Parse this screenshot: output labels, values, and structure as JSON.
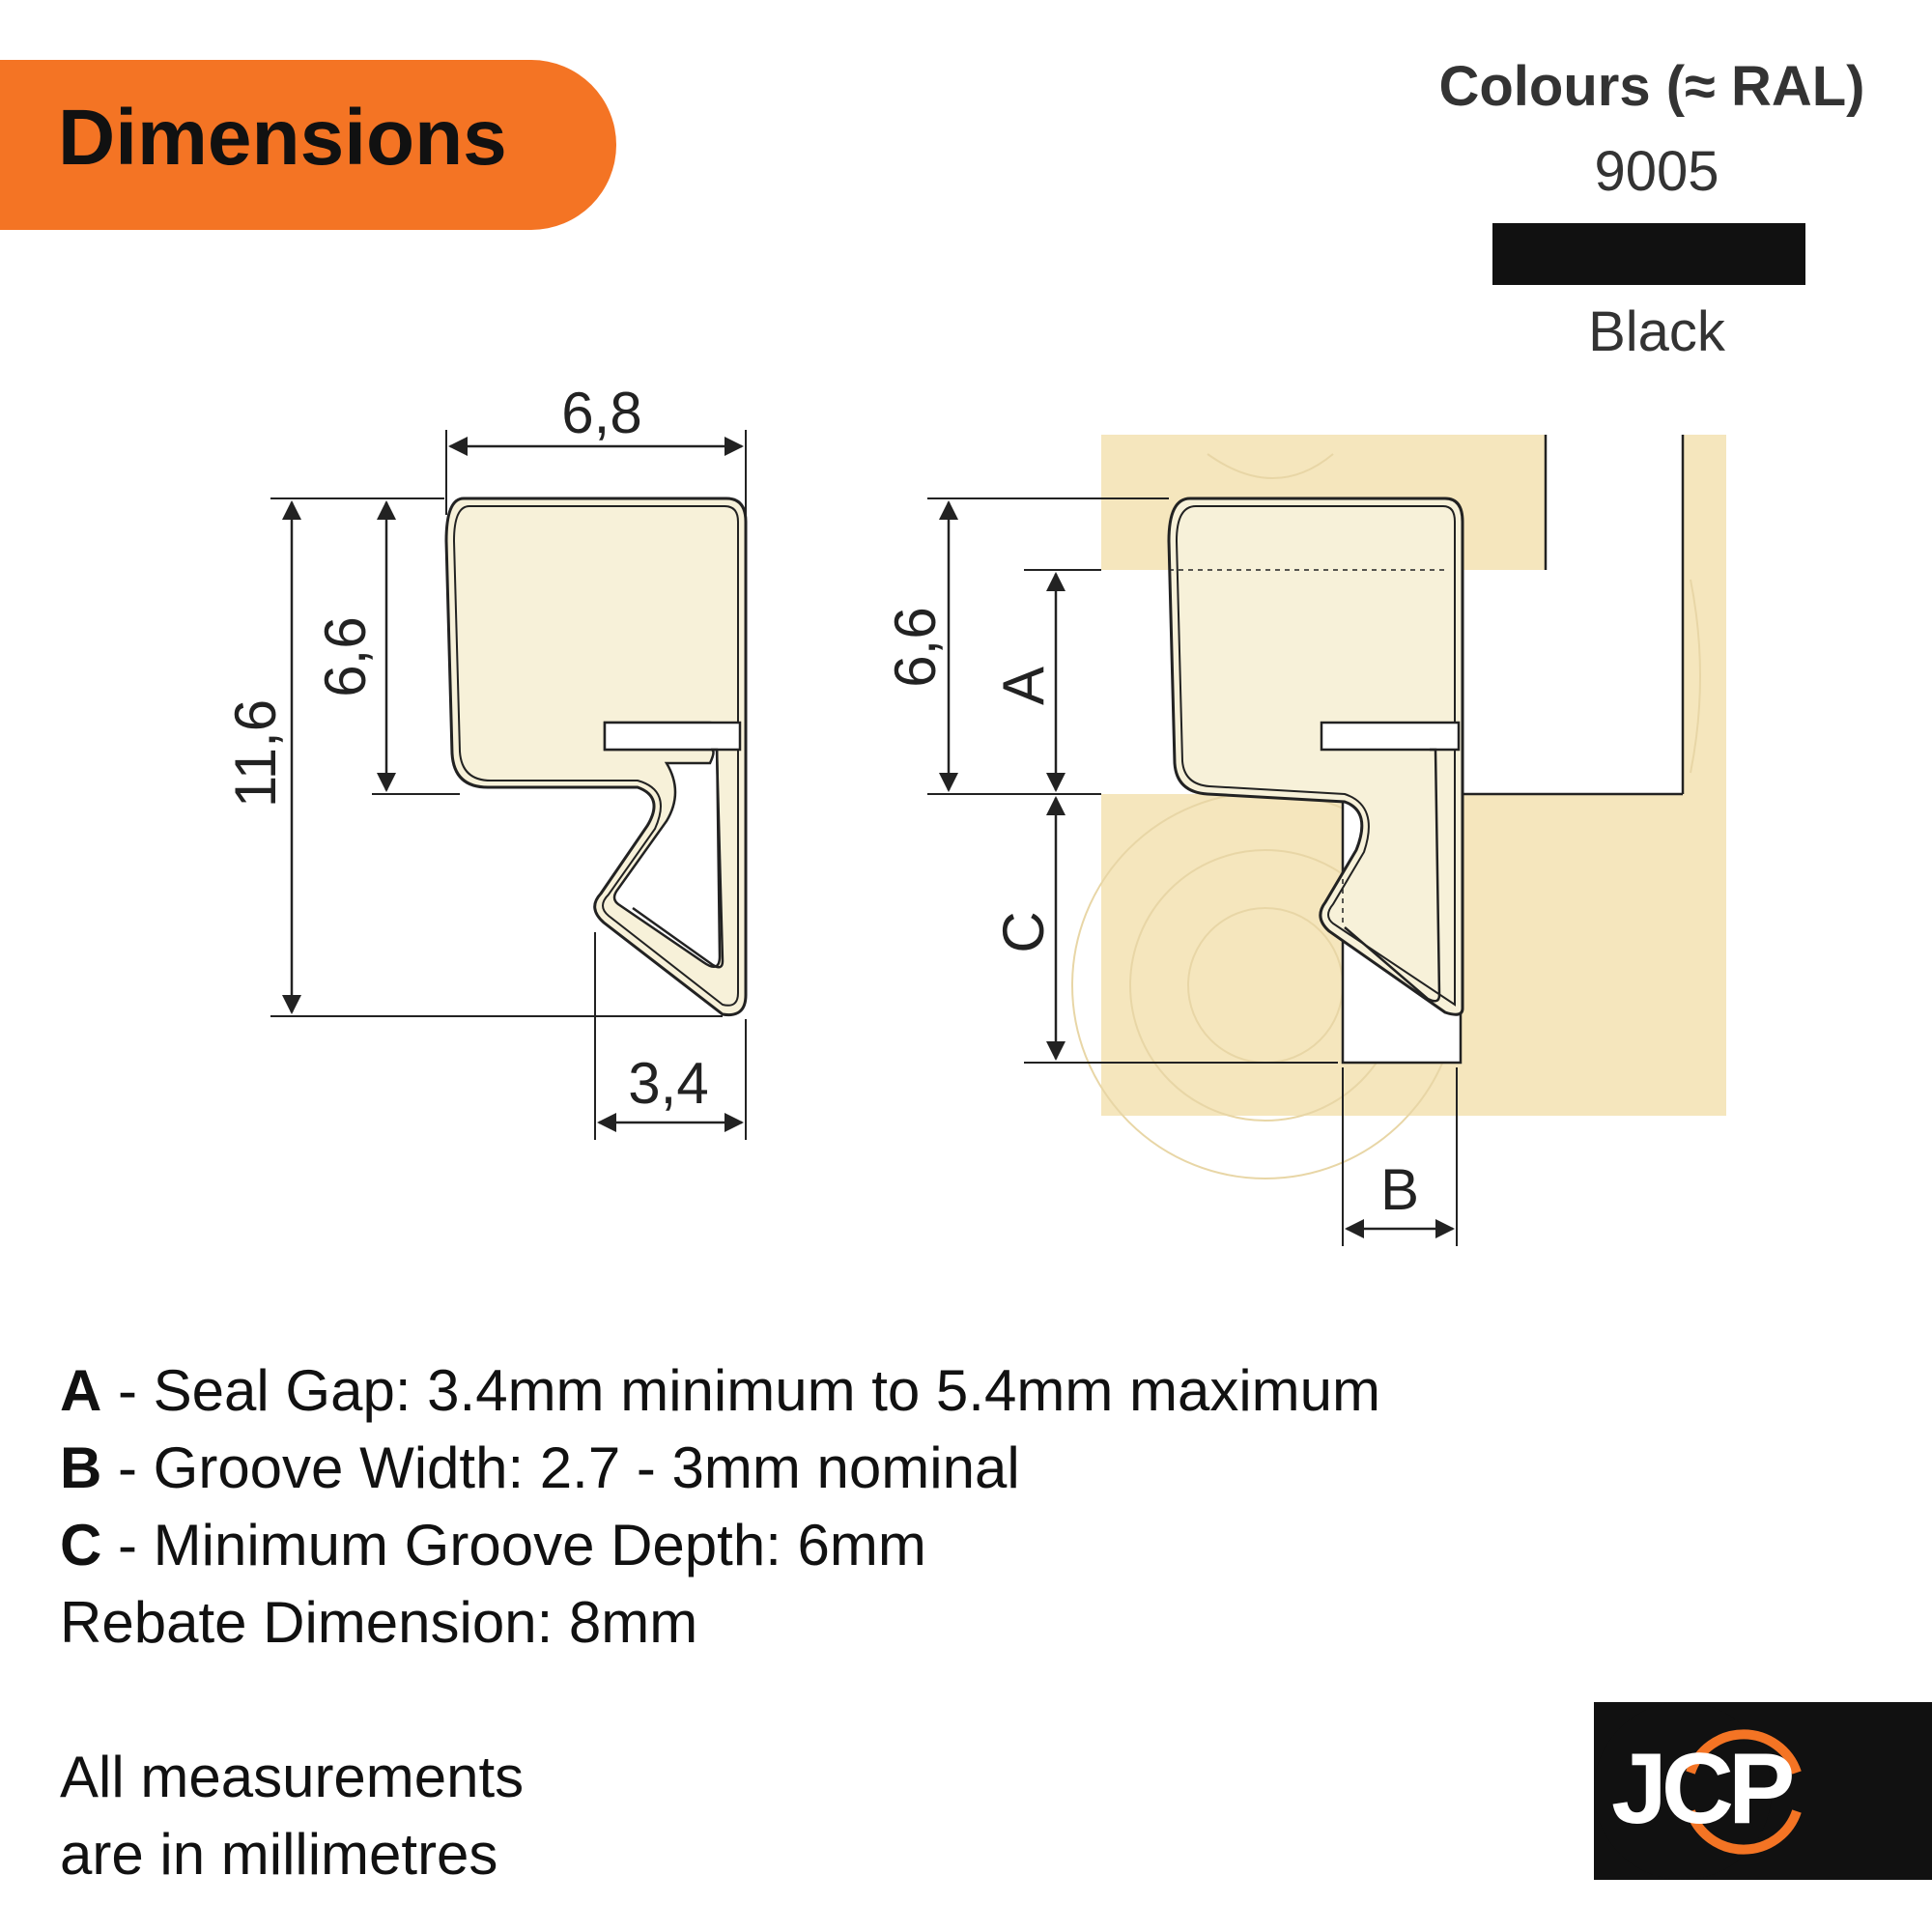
{
  "header": {
    "title": "Dimensions"
  },
  "colours": {
    "heading": "Colours (≈ RAL)",
    "code": "9005",
    "name": "Black",
    "swatch_color": "#111111"
  },
  "diagram": {
    "profile": {
      "width_label": "6,8",
      "height_label": "11,6",
      "head_label": "6,6",
      "foot_label": "3,4"
    },
    "install": {
      "head_label": "6,6",
      "a_label": "A",
      "c_label": "C",
      "b_label": "B"
    }
  },
  "specs": [
    {
      "key": "A",
      "text": " - Seal Gap: 3.4mm minimum to 5.4mm maximum"
    },
    {
      "key": "B",
      "text": " - Groove Width: 2.7 - 3mm nominal"
    },
    {
      "key": "C",
      "text": " - Minimum Groove Depth: 6mm"
    },
    {
      "key": "",
      "text": "Rebate Dimension: 8mm"
    }
  ],
  "note": {
    "line1": "All measurements",
    "line2": "are in millimetres"
  },
  "logo": {
    "text": "JCP"
  },
  "palette": {
    "accent": "#f47424",
    "wood": "#f5e6bd",
    "seal_fill": "#f7f1d9"
  }
}
